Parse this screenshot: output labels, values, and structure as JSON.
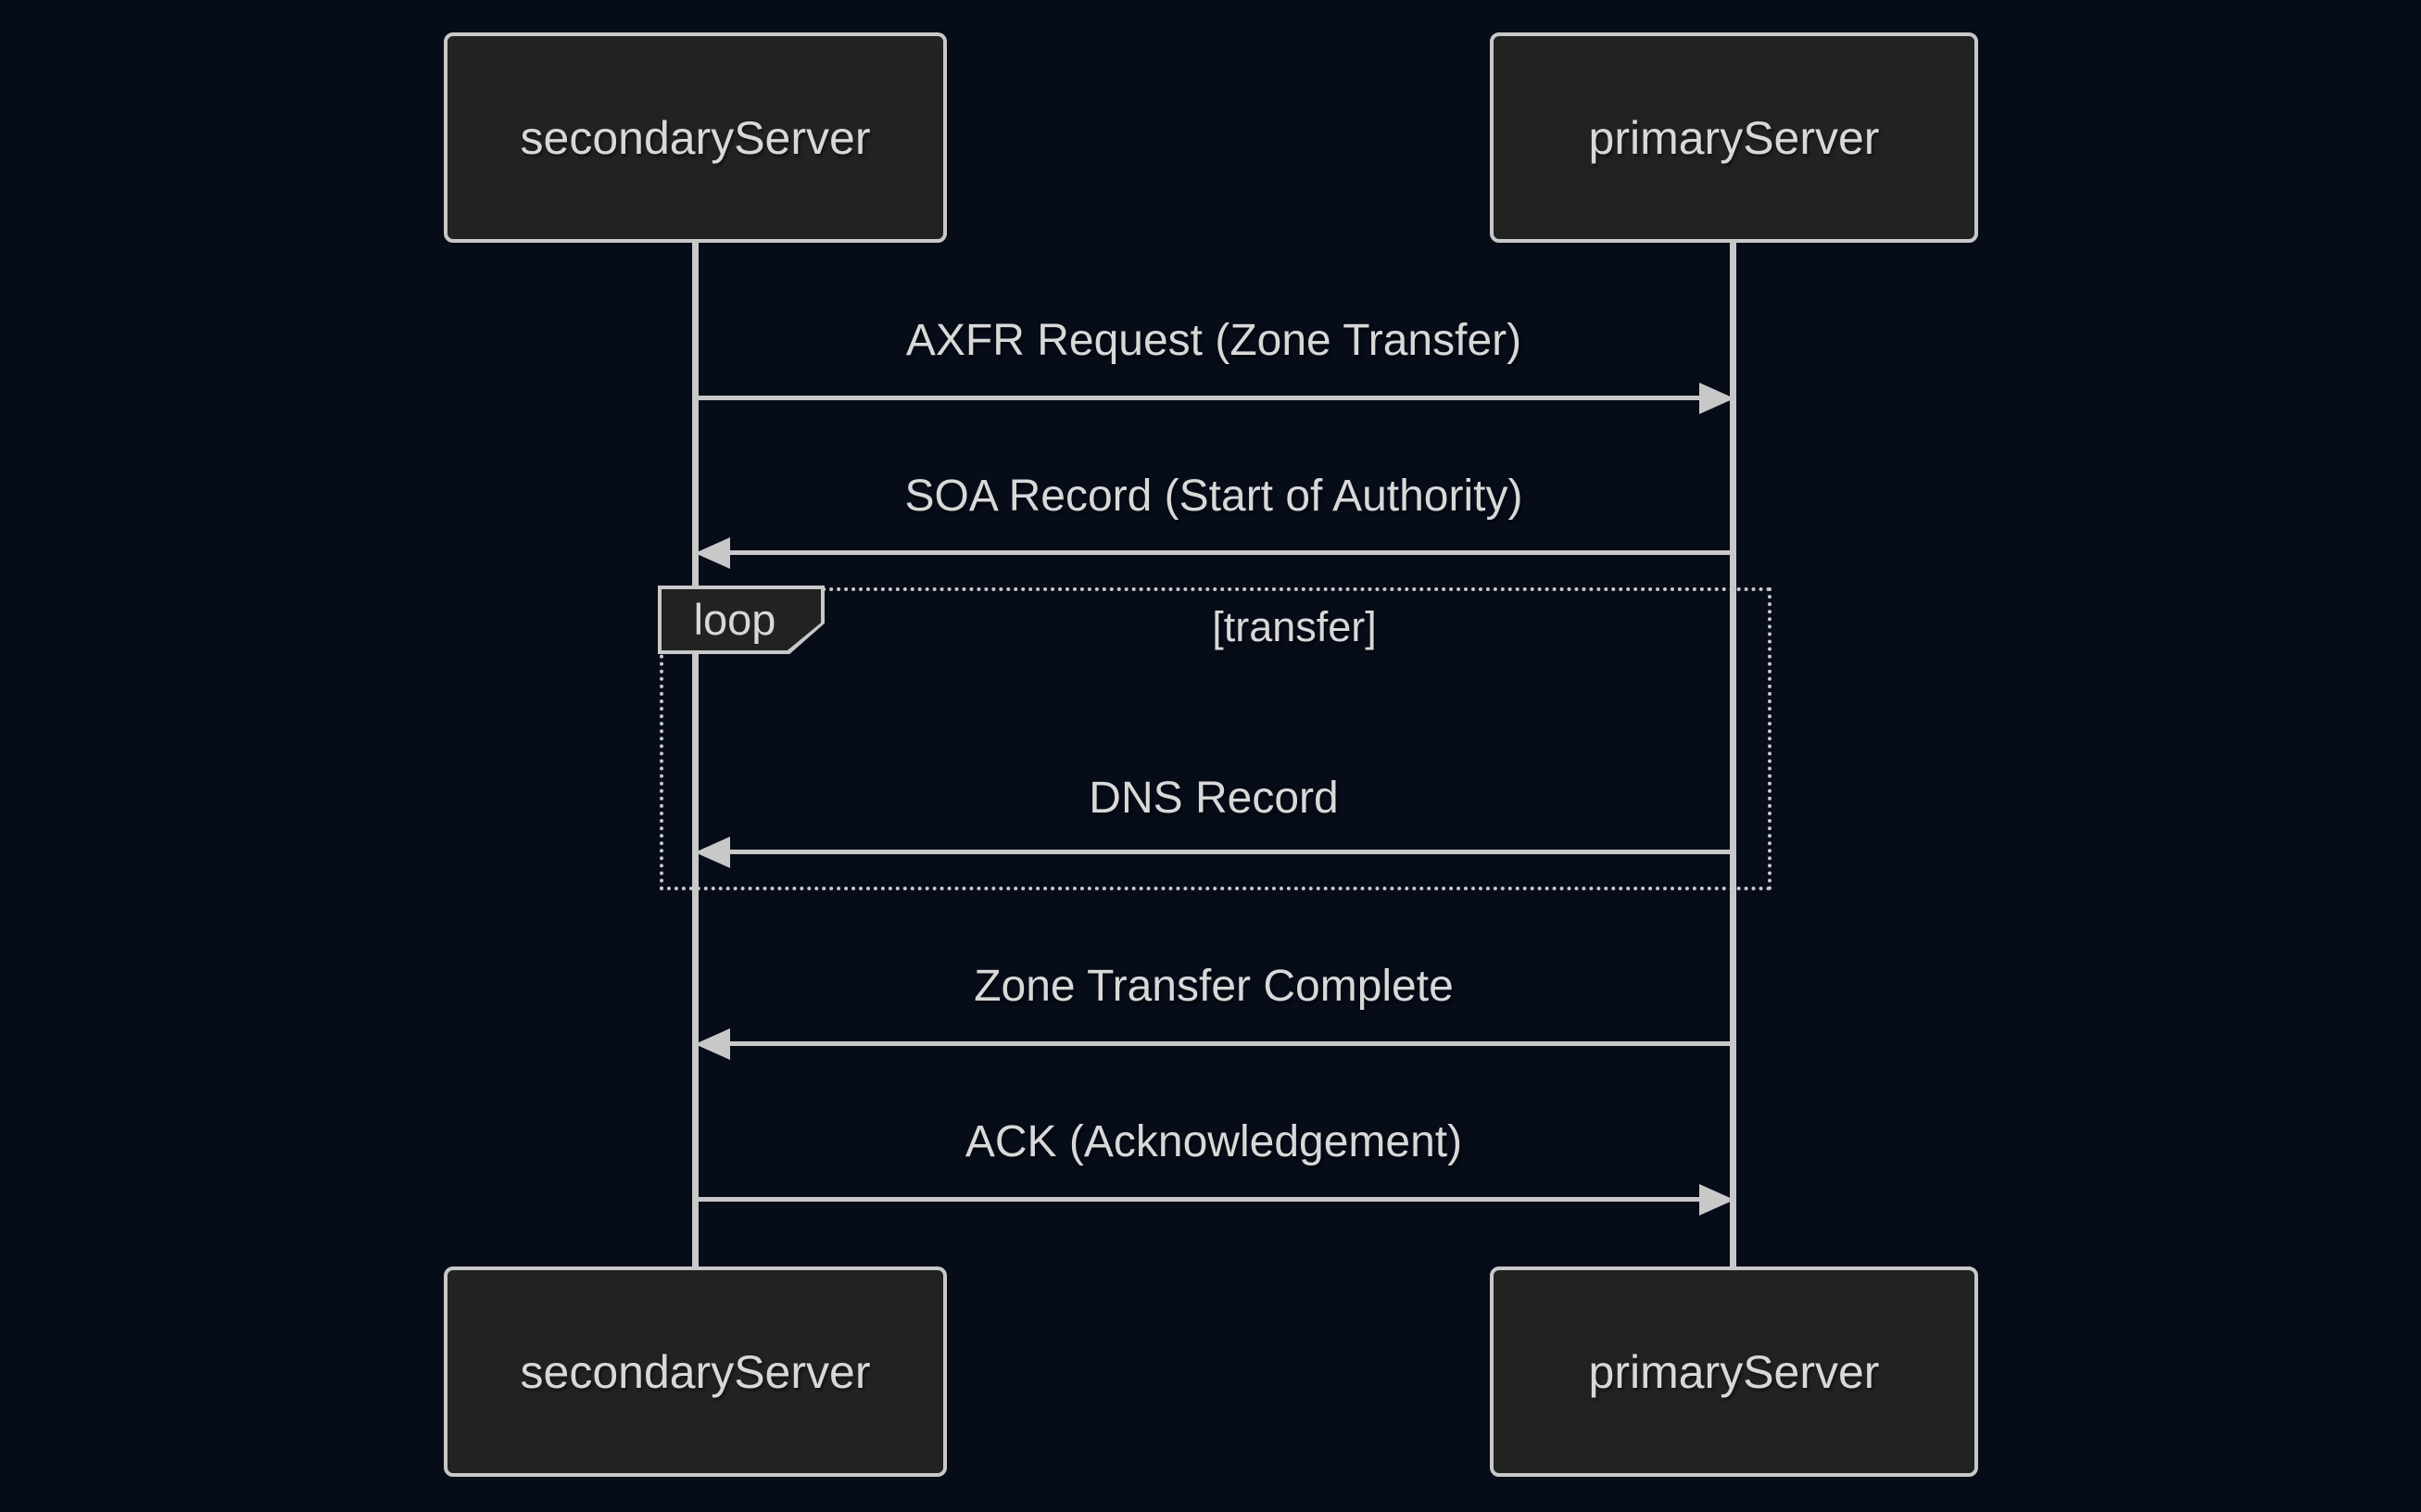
{
  "diagram": {
    "type": "sequence",
    "theme": {
      "background": "#070c19",
      "actor_fill": "#212323",
      "stroke_color": "#c8c8c8",
      "text_color": "#d8d8d8",
      "loop_border_style": "dotted"
    },
    "actors": [
      {
        "name": "secondaryServer"
      },
      {
        "name": "primaryServer"
      }
    ],
    "messages": [
      {
        "label": "AXFR Request (Zone Transfer)",
        "from": "secondaryServer",
        "to": "primaryServer",
        "arrow": "solid-filled-right"
      },
      {
        "label": "SOA Record (Start of Authority)",
        "from": "primaryServer",
        "to": "secondaryServer",
        "arrow": "solid-filled-left"
      },
      {
        "label": "DNS Record",
        "from": "primaryServer",
        "to": "secondaryServer",
        "arrow": "solid-filled-left",
        "inside_loop": true
      },
      {
        "label": "Zone Transfer Complete",
        "from": "primaryServer",
        "to": "secondaryServer",
        "arrow": "solid-filled-left"
      },
      {
        "label": "ACK (Acknowledgement)",
        "from": "secondaryServer",
        "to": "primaryServer",
        "arrow": "solid-filled-right"
      }
    ],
    "loop": {
      "keyword": "loop",
      "condition": "[transfer]"
    }
  }
}
